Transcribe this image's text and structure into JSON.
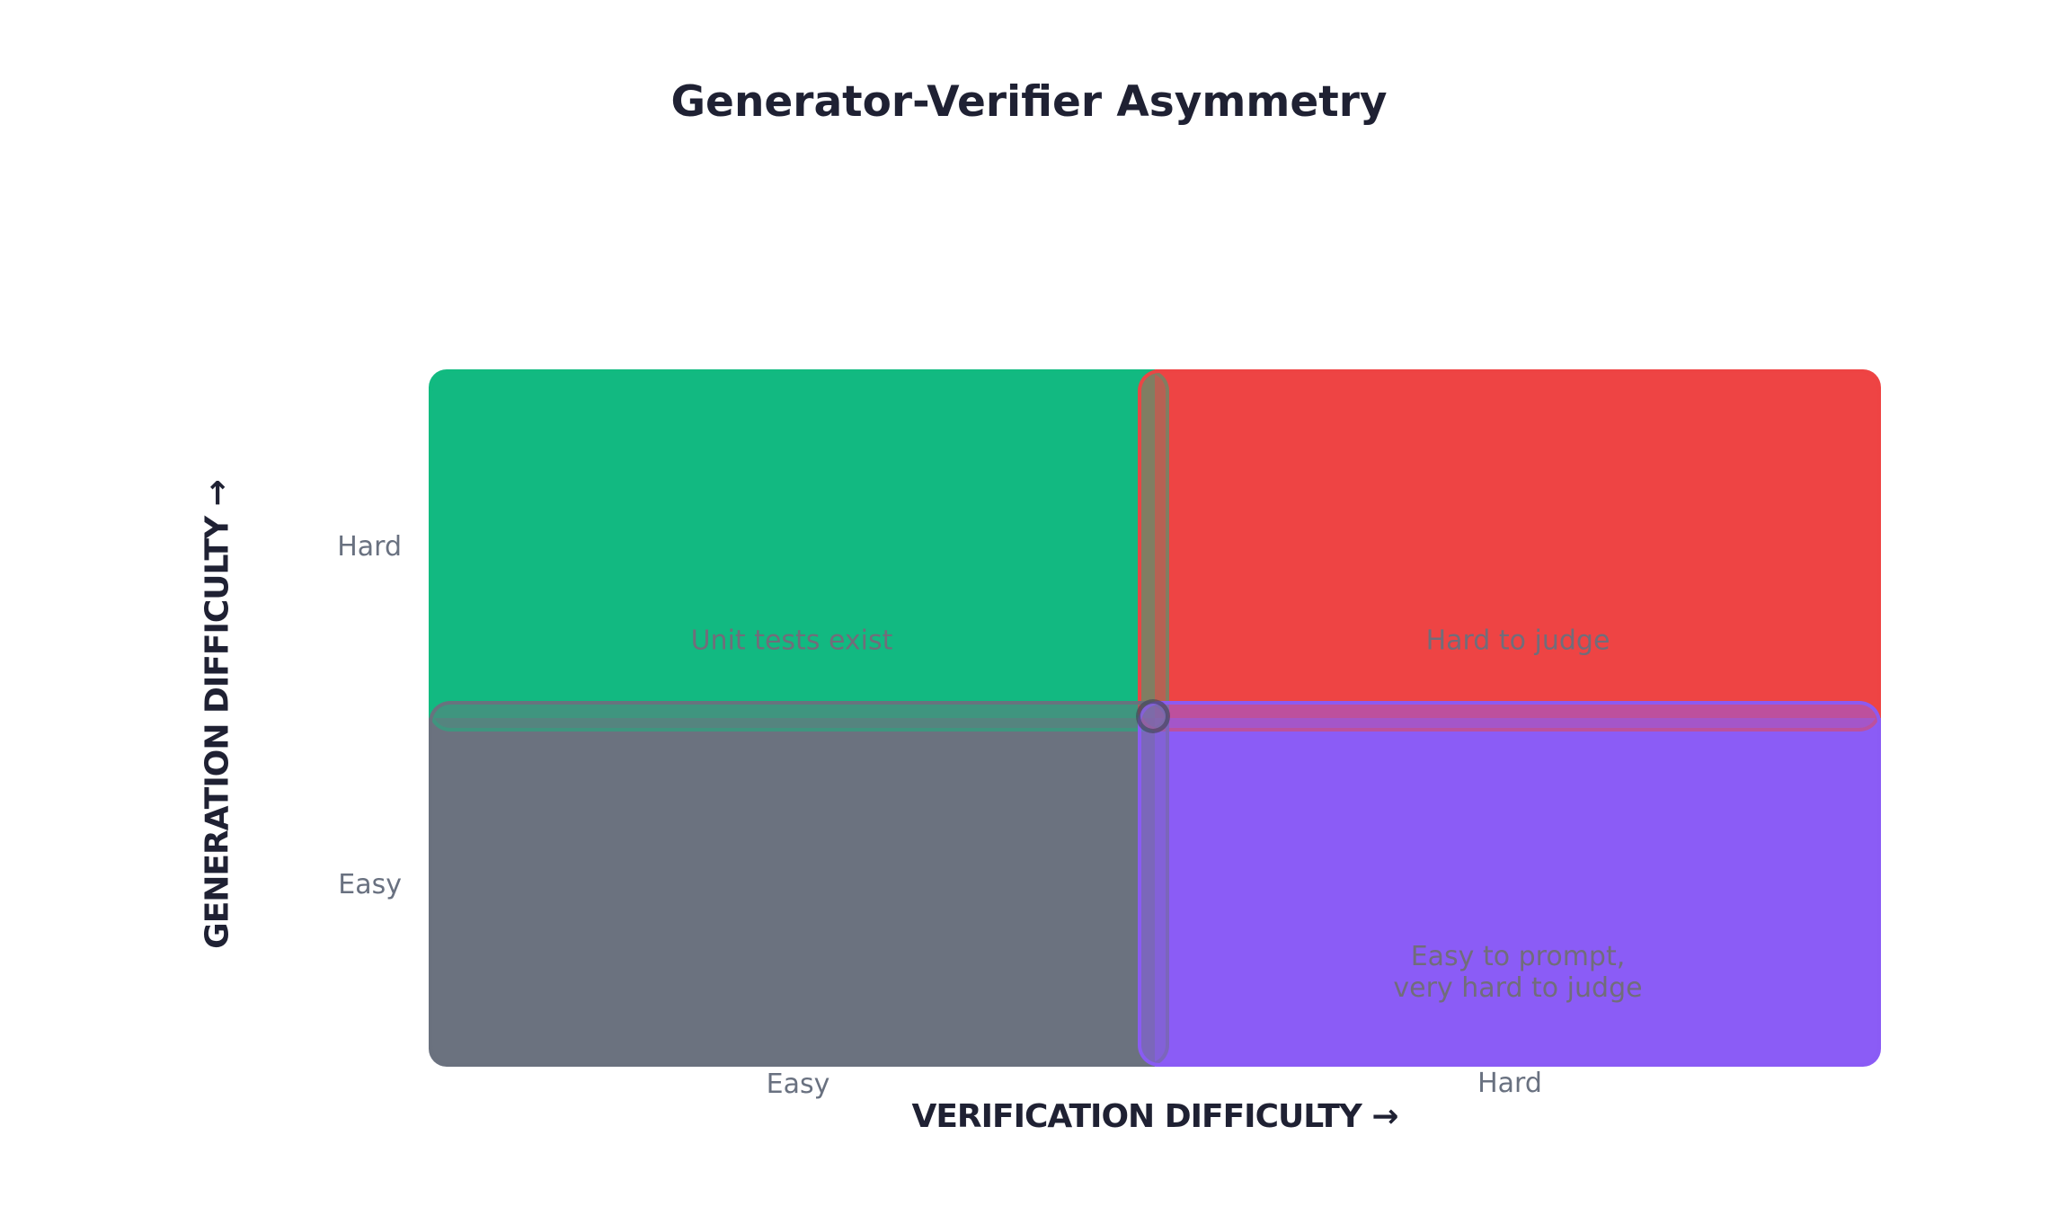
{
  "title": "Generator-Verifier Asymmetry",
  "colors": {
    "background": "#ffffff",
    "title_text": "#1f2133",
    "axis_label_text": "#1f2133",
    "tick_text": "#697180",
    "quadrant_label_text": "#716d7a",
    "quadrant_green": "#12b981",
    "quadrant_red": "#ee4444",
    "quadrant_gray": "#6b7280",
    "quadrant_purple": "#8b5cf6",
    "center_ring": "#3a3e4e"
  },
  "x_axis": {
    "label": "VERIFICATION DIFFICULTY  →",
    "ticks": [
      "Easy",
      "Hard"
    ]
  },
  "y_axis": {
    "label": "GENERATION DIFFICULTY  →",
    "ticks": [
      "Hard",
      "Easy"
    ]
  },
  "quadrants": {
    "top_left": {
      "label": "Unit tests exist",
      "color": "#12b981"
    },
    "top_right": {
      "label": "Hard to judge",
      "color": "#ee4444"
    },
    "bottom_left": {
      "label": "",
      "color": "#6b7280"
    },
    "bottom_right": {
      "label": "Easy to prompt, very hard to judge",
      "label_lines": [
        "Easy to prompt,",
        "very hard to judge"
      ],
      "color": "#8b5cf6"
    }
  },
  "chart_data": {
    "type": "quadrant",
    "title": "Generator-Verifier Asymmetry",
    "xlabel": "VERIFICATION DIFFICULTY →",
    "ylabel": "GENERATION DIFFICULTY →",
    "x_categories": [
      "Easy",
      "Hard"
    ],
    "y_categories": [
      "Easy",
      "Hard"
    ],
    "grid": false,
    "legend_position": "none",
    "quadrants": [
      {
        "x": "Easy",
        "y": "Hard",
        "label": "Unit tests exist",
        "color": "#12b981"
      },
      {
        "x": "Hard",
        "y": "Hard",
        "label": "Hard to judge",
        "color": "#ee4444"
      },
      {
        "x": "Easy",
        "y": "Easy",
        "label": "",
        "color": "#6b7280"
      },
      {
        "x": "Hard",
        "y": "Easy",
        "label": "Easy to prompt, very hard to judge",
        "color": "#8b5cf6"
      }
    ],
    "center_marker": {
      "x": 0.5,
      "y": 0.5,
      "shape": "ring"
    }
  }
}
